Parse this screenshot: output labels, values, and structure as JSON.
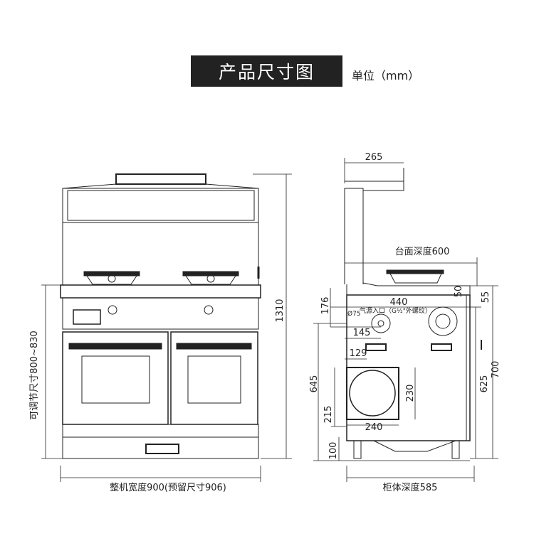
{
  "header": {
    "title": "产品尺寸图",
    "unit": "单位（mm）"
  },
  "front_view": {
    "total_height": "1310",
    "adjustable_height": "可调节尺寸800~830",
    "width_label": "整机宽度900(预留尺寸906)"
  },
  "side_view": {
    "top_width": "265",
    "counter_depth": "台面深度600",
    "depth_440": "440",
    "dim_50": "50",
    "dim_55": "55",
    "dim_176": "176",
    "gas_inlet_diameter": "Ø75",
    "gas_inlet_label": "气源入口（G½\"外螺纹）",
    "dim_145": "145",
    "dim_129": "129",
    "dim_645": "645",
    "dim_215": "215",
    "dim_230": "230",
    "dim_240": "240",
    "dim_700": "700",
    "dim_625": "625",
    "dim_100": "100",
    "cabinet_depth": "柜体深度585"
  },
  "colors": {
    "line": "#222222",
    "title_bg": "#222222",
    "title_fg": "#ffffff"
  }
}
